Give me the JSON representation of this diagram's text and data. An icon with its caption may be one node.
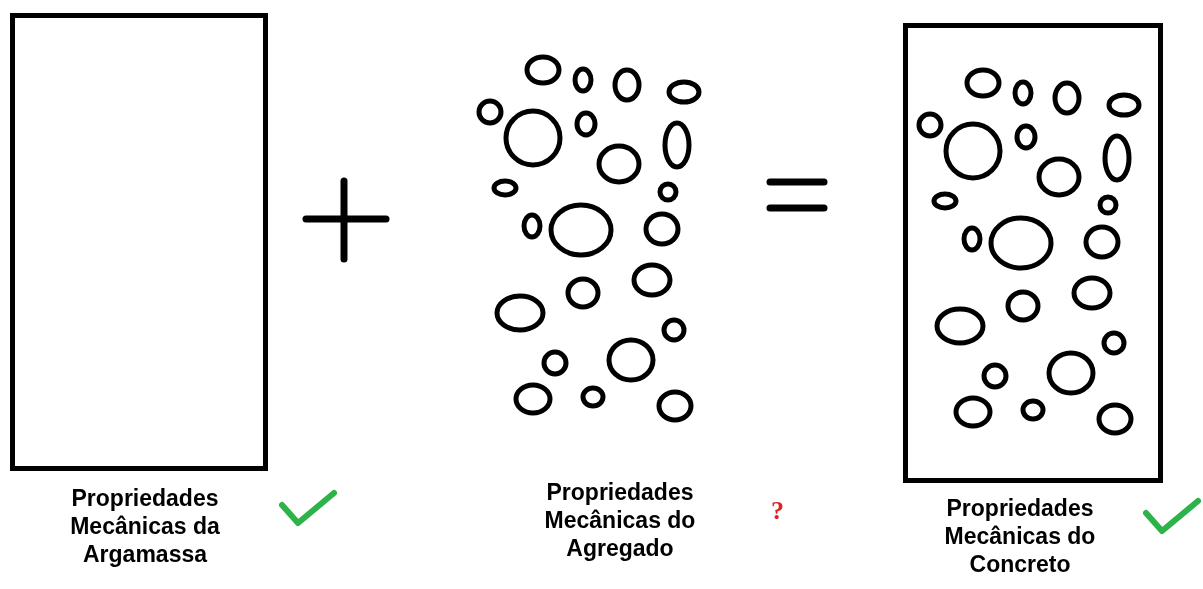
{
  "diagram": {
    "nodes": [
      {
        "text": [],
        "shape": "box",
        "beside": [
          "Propriedades Mecânicas da Argamassa"
        ]
      },
      {
        "text": [],
        "shape": "picture",
        "beside": [
          "Propriedades Mecânicas do Agregado"
        ]
      },
      {
        "text": [],
        "shape": "box",
        "beside": [
          "Propriedades Mecânicas do Concreto"
        ]
      }
    ],
    "edges": [],
    "labels": [
      "?"
    ]
  }
}
